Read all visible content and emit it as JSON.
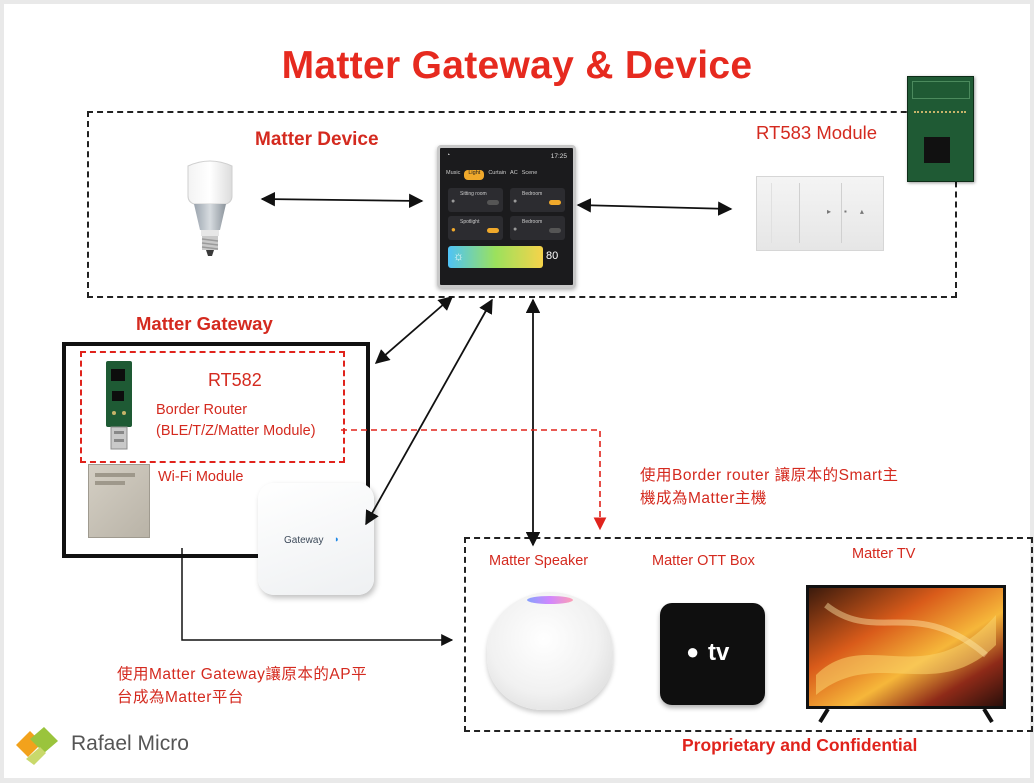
{
  "title": "Matter Gateway & Device",
  "device_section": {
    "label": "Matter Device",
    "module_label": "RT583 Module"
  },
  "panel": {
    "time": "17:25",
    "tabs": [
      "Music",
      "Light",
      "Curtain",
      "AC",
      "Scene"
    ],
    "active_tab_index": 1,
    "tiles": [
      "Sitting room",
      "Bedroom",
      "Spotlight",
      "Bedroom"
    ],
    "brightness_value": "80"
  },
  "gateway_section": {
    "label": "Matter Gateway",
    "chip": "RT582",
    "border_router_line1": "Border Router",
    "border_router_line2": "(BLE/T/Z/Matter Module)",
    "wifi_module": "Wi-Fi Module",
    "gateway_device_text": "Gateway"
  },
  "notes": {
    "border_router_line1": "使用Border router 讓原本的Smart主",
    "border_router_line2": "機成為Matter主機",
    "gateway_line1": "使用Matter Gateway讓原本的AP平",
    "gateway_line2": "台成為Matter平台"
  },
  "matter_devices": {
    "speaker": "Matter Speaker",
    "ott": "Matter OTT Box",
    "tv": "Matter TV",
    "ott_logo_text": "tv"
  },
  "footer": {
    "brand": "Rafael Micro",
    "confidential": "Proprietary and Confidential"
  },
  "colors": {
    "title_red": "#e62a1f",
    "label_red": "#d42a1f",
    "dashed_red": "#e0231c",
    "logo_orange": "#f2a21c",
    "logo_green": "#9ac43c"
  }
}
